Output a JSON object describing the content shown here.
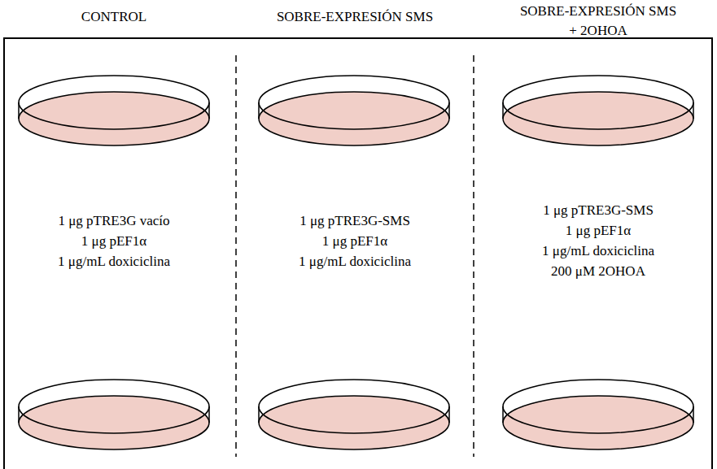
{
  "diagram": {
    "labels": [
      "CONTROL",
      "SOBRE-EXPRESIÓN SMS",
      "SOBRE-EXPRESIÓN SMS + 2OHOA",
      "1 μg pTRE3G vacío",
      "1 μg pEF1α",
      "1 μg/mL doxiciclina",
      "1 μg pTRE3G-SMS",
      "1 μg pEF1α",
      "1 μg/mL doxiciclina",
      "1 μg pTRE3G-SMS",
      "1 μg pEF1α",
      "1 μg/mL doxiciclina",
      "200 μM 2OHOA"
    ]
  }
}
